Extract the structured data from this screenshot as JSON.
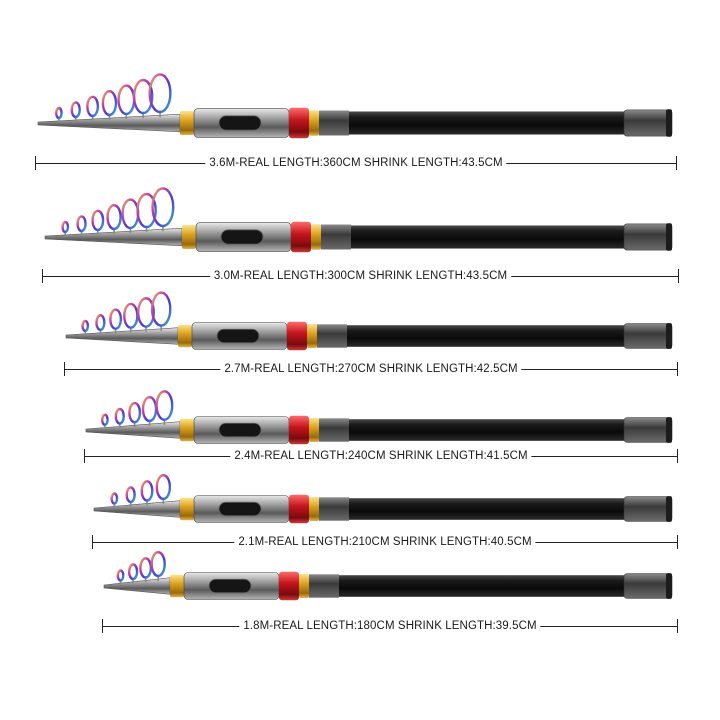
{
  "rods": [
    {
      "label": "3.6M-REAL LENGTH:360CM SHRINK LENGTH:43.5CM",
      "guides": 7
    },
    {
      "label": "3.0M-REAL LENGTH:300CM SHRINK LENGTH:43.5CM",
      "guides": 7
    },
    {
      "label": "2.7M-REAL LENGTH:270CM SHRINK LENGTH:42.5CM",
      "guides": 6
    },
    {
      "label": "2.4M-REAL LENGTH:240CM SHRINK LENGTH:41.5CM",
      "guides": 5
    },
    {
      "label": "2.1M-REAL LENGTH:210CM SHRINK LENGTH:40.5CM",
      "guides": 4
    },
    {
      "label": "1.8M-REAL LENGTH:180CM SHRINK LENGTH:39.5CM",
      "guides": 4
    }
  ],
  "colors": {
    "blank": "#141414",
    "metal": "#8e8e8e",
    "gold": "#d9a21e",
    "red": "#c4161c",
    "guide_ring": "#9a3fc0"
  }
}
